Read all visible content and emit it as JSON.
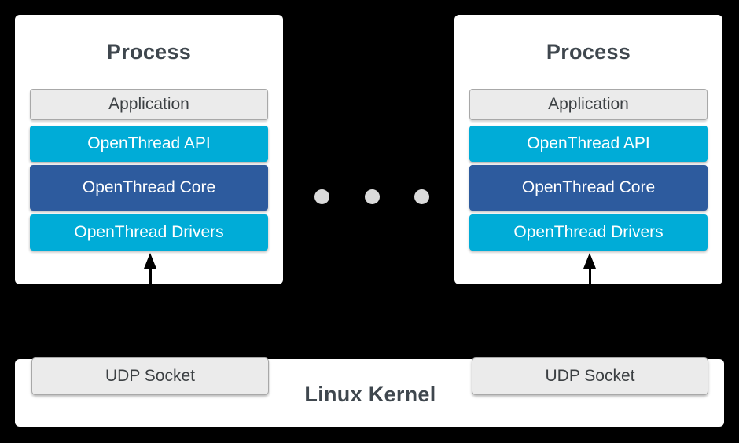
{
  "diagram": {
    "description": "OpenThread POSIX simulation architecture: two processes running the OpenThread stack communicate through UDP sockets in the Linux kernel",
    "colors": {
      "background": "#000000",
      "panel": "#ffffff",
      "layer_cyan": "#00acd7",
      "layer_blue": "#2d5b9e",
      "layer_gray_fill": "#ebebeb",
      "layer_gray_border": "#a8a8a8",
      "title_text": "#3f474e",
      "gray_box_text": "#3c4043",
      "layer_text": "#ffffff",
      "dot": "#dbdbdb",
      "arrow": "#000000"
    },
    "processes": [
      {
        "title": "Process",
        "layers": [
          {
            "label": "Application"
          },
          {
            "label": "OpenThread API"
          },
          {
            "label": "OpenThread Core"
          },
          {
            "label": "OpenThread Drivers"
          }
        ]
      },
      {
        "title": "Process",
        "layers": [
          {
            "label": "Application"
          },
          {
            "label": "OpenThread API"
          },
          {
            "label": "OpenThread Core"
          },
          {
            "label": "OpenThread Drivers"
          }
        ]
      }
    ],
    "ellipsis": {
      "dot_count": 3
    },
    "kernel": {
      "title": "Linux Kernel",
      "sockets": [
        {
          "label": "UDP Socket"
        },
        {
          "label": "UDP Socket"
        }
      ]
    }
  }
}
